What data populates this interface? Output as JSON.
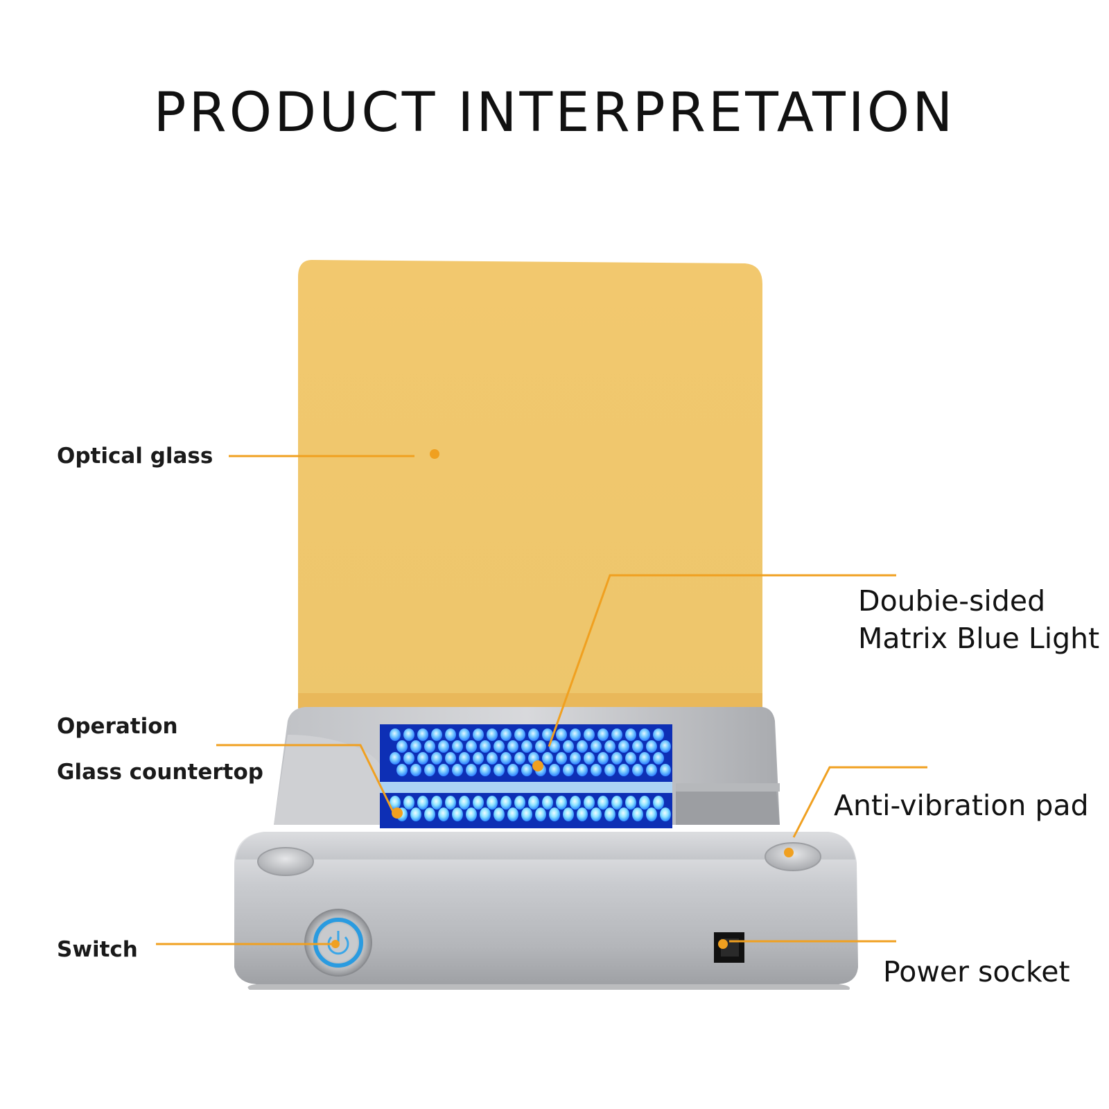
{
  "title": "PRODUCT INTERPRETATION",
  "labels": {
    "optical_glass": "Optical glass",
    "operation": "Operation",
    "glass_countertop": "Glass countertop",
    "switch": "Switch",
    "double_sided_line1": "Doubie-sided",
    "double_sided_line2": "Matrix Blue Light",
    "anti_vibration_pad": "Anti-vibration pad",
    "power_socket": "Power socket"
  },
  "colors": {
    "accent_orange": "#f0a020",
    "amber_glass": "#f0c870",
    "led_blue": "#1a5cff",
    "body_silver": "#c2c4c8",
    "switch_ring": "#2a9be0"
  }
}
